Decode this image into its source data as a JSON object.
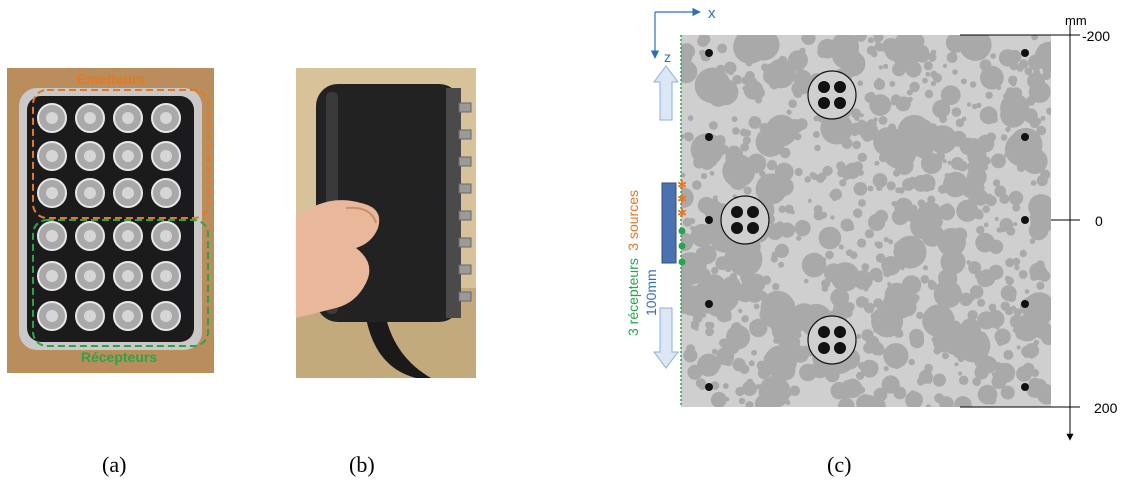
{
  "captions": {
    "a": "(a)",
    "b": "(b)",
    "c": "(c)"
  },
  "panel_a": {
    "emitters_label": "Émetteurs",
    "receivers_label": "Récepteurs",
    "emitter_color": "#e87722",
    "receiver_color": "#22a84a"
  },
  "panel_c": {
    "axis_x": "x",
    "axis_z": "z",
    "unit": "mm",
    "tick_top": "-200",
    "tick_mid": "0",
    "tick_bottom": "200",
    "sources_label": "3 sources",
    "receivers_label": "3 récepteurs",
    "spacing_label": "100mm",
    "source_color": "#e87722",
    "receiver_color": "#22a84a",
    "probe_color": "#4a72b0",
    "arrow_color": "#dbe7f5",
    "concrete_color": "#cfcfcf",
    "aggregate_color": "#a9a9a9",
    "rebar_color": "#111111"
  }
}
